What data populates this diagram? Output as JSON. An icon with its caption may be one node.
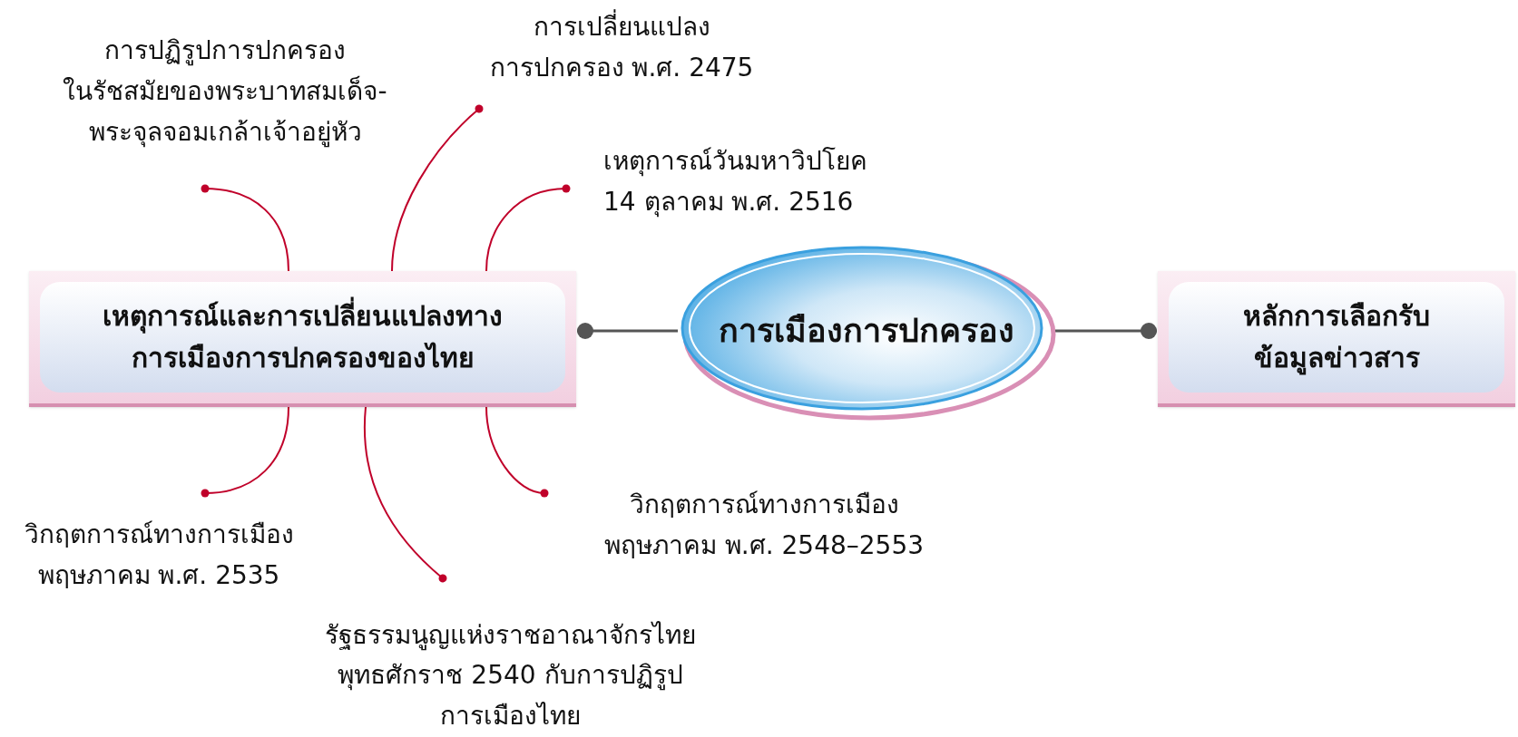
{
  "diagram": {
    "nodes": [
      {
        "text": [
          "การเมืองการปกครอง"
        ]
      },
      {
        "text": [
          "เหตุการณ์และการเปลี่ยนแปลงทาง การเมืองการปกครองของไทย"
        ]
      },
      {
        "text": [
          "หลักการเลือกรับ ข้อมูลข่าวสาร"
        ]
      },
      {
        "text": [
          "การปฏิรูปการปกครอง ในรัชสมัยของพระบาทสมเด็จ- พระจุลจอมเกล้าเจ้าอยู่หัว"
        ]
      },
      {
        "text": [
          "การเปลี่ยนแปลง การปกครอง พ.ศ. 2475"
        ]
      },
      {
        "text": [
          "เหตุการณ์วันมหาวิปโยค 14 ตุลาคม พ.ศ. 2516"
        ]
      },
      {
        "text": [
          "วิกฤตการณ์ทางการเมือง พฤษภาคม พ.ศ. 2535"
        ]
      },
      {
        "text": [
          "รัฐธรรมนูญแห่งราชอาณาจักรไทย พุทธศักราช 2540 กับการปฏิรูป การเมืองไทย"
        ]
      },
      {
        "text": [
          "วิกฤตการณ์ทางการเมือง พฤษภาคม พ.ศ. 2548–2553"
        ]
      }
    ],
    "edges": [
      {
        "from": 0,
        "to": 1,
        "arrow": "other",
        "color": "#555555"
      },
      {
        "from": 0,
        "to": 2,
        "arrow": "other",
        "color": "#555555"
      },
      {
        "from": 1,
        "to": 3,
        "arrow": "other"
      },
      {
        "from": 1,
        "to": 4,
        "arrow": "other"
      },
      {
        "from": 1,
        "to": 5,
        "arrow": "other"
      },
      {
        "from": 1,
        "to": 6,
        "arrow": "other"
      },
      {
        "from": 1,
        "to": 7,
        "arrow": "other"
      },
      {
        "from": 1,
        "to": 8,
        "arrow": "other"
      }
    ]
  }
}
